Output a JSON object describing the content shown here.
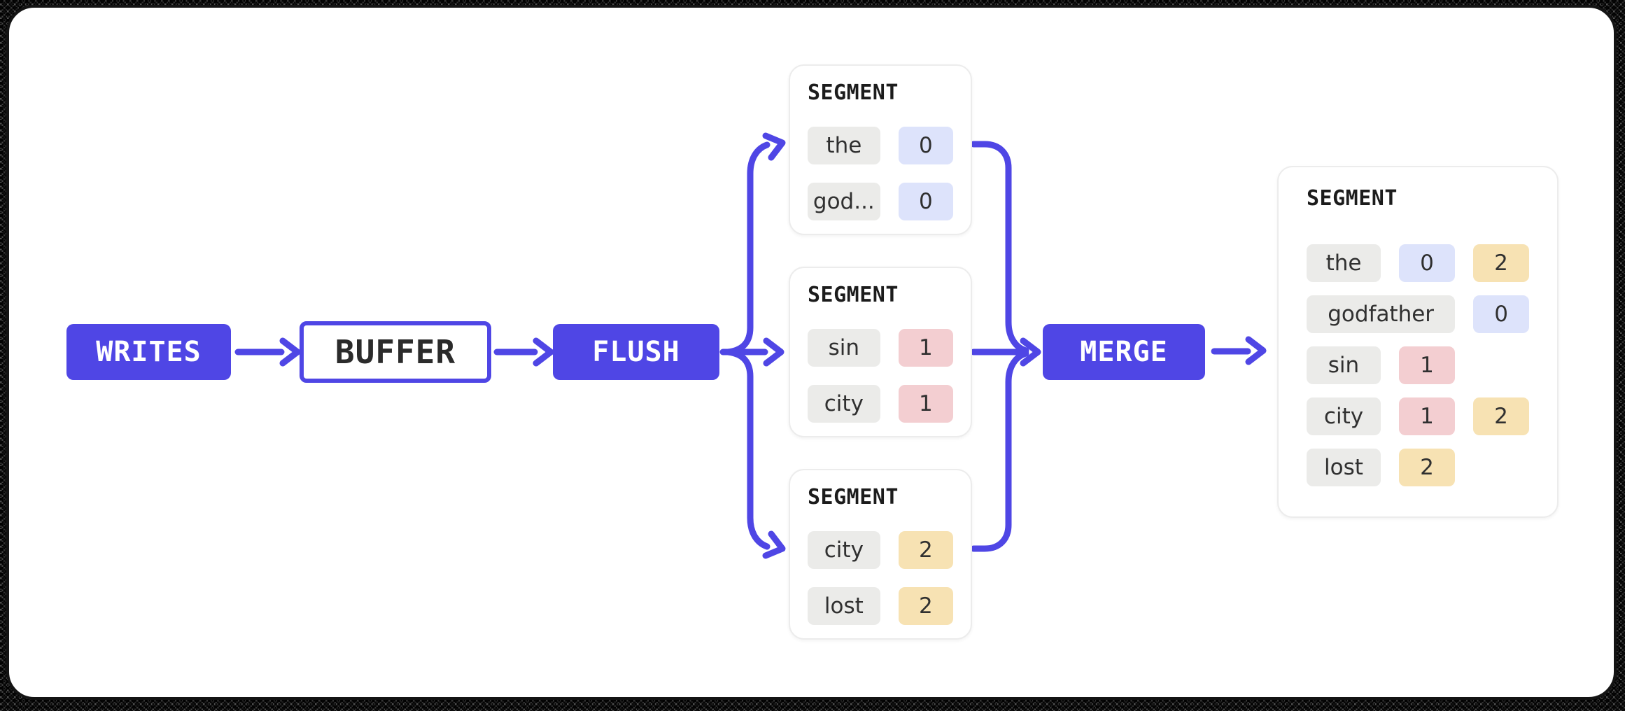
{
  "nodes": {
    "writes": "WRITES",
    "buffer": "BUFFER",
    "flush": "FLUSH",
    "merge": "MERGE"
  },
  "segment_header": "SEGMENT",
  "flush_segments": [
    {
      "rows": [
        {
          "term": "the",
          "badges": [
            {
              "value": "0",
              "color": "blue"
            }
          ]
        },
        {
          "term": "god...",
          "badges": [
            {
              "value": "0",
              "color": "blue"
            }
          ]
        }
      ]
    },
    {
      "rows": [
        {
          "term": "sin",
          "badges": [
            {
              "value": "1",
              "color": "pink"
            }
          ]
        },
        {
          "term": "city",
          "badges": [
            {
              "value": "1",
              "color": "pink"
            }
          ]
        }
      ]
    },
    {
      "rows": [
        {
          "term": "city",
          "badges": [
            {
              "value": "2",
              "color": "yellow"
            }
          ]
        },
        {
          "term": "lost",
          "badges": [
            {
              "value": "2",
              "color": "yellow"
            }
          ]
        }
      ]
    }
  ],
  "merged_segment": {
    "rows": [
      {
        "term": "the",
        "badges": [
          {
            "value": "0",
            "color": "blue"
          },
          {
            "value": "2",
            "color": "yellow"
          }
        ]
      },
      {
        "term": "godfather",
        "badges": [
          {
            "value": "0",
            "color": "blue"
          }
        ]
      },
      {
        "term": "sin",
        "badges": [
          {
            "value": "1",
            "color": "pink"
          }
        ]
      },
      {
        "term": "city",
        "badges": [
          {
            "value": "1",
            "color": "pink"
          },
          {
            "value": "2",
            "color": "yellow"
          }
        ]
      },
      {
        "term": "lost",
        "badges": [
          {
            "value": "2",
            "color": "yellow"
          }
        ]
      }
    ]
  },
  "colors": {
    "accent": "#4f46e5",
    "badge_blue": "#dde3fb",
    "badge_pink": "#f3ced1",
    "badge_yellow": "#f7e2b3",
    "term_chip_bg": "#ebebe9",
    "text_dark": "#2f2f2f"
  }
}
